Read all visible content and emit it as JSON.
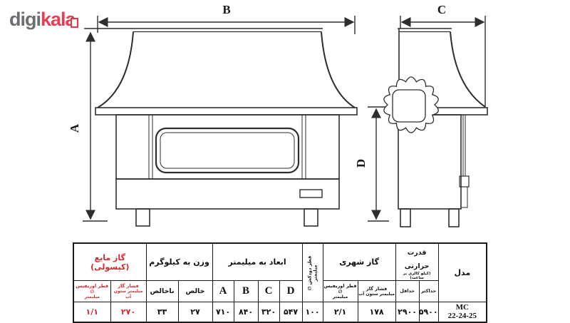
{
  "logo": {
    "part1": "digi",
    "part2": "kala"
  },
  "drawing": {
    "front": {
      "width_label": "B",
      "height_label": "A"
    },
    "side": {
      "width_label": "C",
      "height_label": "D"
    }
  },
  "colors": {
    "accent_red": "#d9262c",
    "logo_gray": "#6d6e71",
    "logo_red": "#ee3a53",
    "line": "#2e2e2e"
  },
  "table": {
    "model": {
      "header": "مدل",
      "value_line1": "MC",
      "value_line2": "22-24-25"
    },
    "thermal": {
      "header": "قدرت حرارتی",
      "subheader": "(کیلو کالری بر ساعت)",
      "max_label": "حداکثر",
      "max_value": "۵۹۰۰",
      "min_label": "حداقل",
      "min_value": "۲۹۰۰"
    },
    "city_gas": {
      "header": "گاز شهری",
      "pressure_label": "فشار گاز",
      "pressure_unit": "میلیمتر ستون آب",
      "pressure_value": "۱۷۸",
      "orifice_label": "قطر اوریفیس ∅",
      "orifice_unit": "میلیمتر",
      "orifice_value": "۲/۱"
    },
    "chimney": {
      "label": "قطر دودکش ∅",
      "unit": "میلیمتر",
      "value": "۱۰۰"
    },
    "dims": {
      "header": "ابعاد به میلیمتر",
      "a": {
        "label": "A",
        "value": "۷۱۰"
      },
      "b": {
        "label": "B",
        "value": "۸۴۰"
      },
      "c": {
        "label": "C",
        "value": "۳۲۰"
      },
      "d": {
        "label": "D",
        "value": "۵۴۷"
      }
    },
    "weight": {
      "header": "وزن به کیلوگرم",
      "net_label": "خالص",
      "net_value": "۲۷",
      "gross_label": "ناخالص",
      "gross_value": "۳۳"
    },
    "lpg": {
      "header": "گاز مایع (کپسولی)",
      "pressure_label": "فشار گاز",
      "pressure_unit": "میلیمتر ستون آب",
      "pressure_value": "۲۷۰",
      "orifice_label": "قطر اوریفیس ∅",
      "orifice_unit": "میلیمتر",
      "orifice_value": "۱/۱"
    }
  }
}
